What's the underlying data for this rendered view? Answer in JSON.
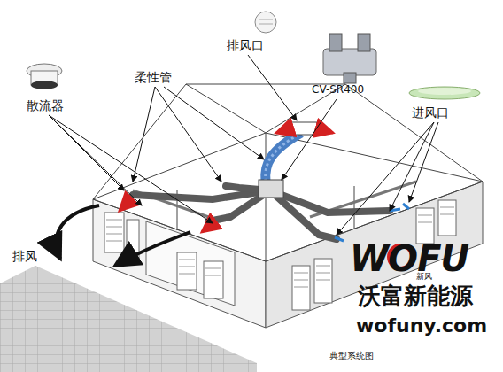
{
  "diagram": {
    "labels": [
      "散流器",
      "柔性管",
      "排风口",
      "CV-SR400",
      "进风口",
      "排风",
      "WOFU",
      "新风",
      "沃富新能源",
      "wofuny.com",
      "典型系统图"
    ]
  }
}
